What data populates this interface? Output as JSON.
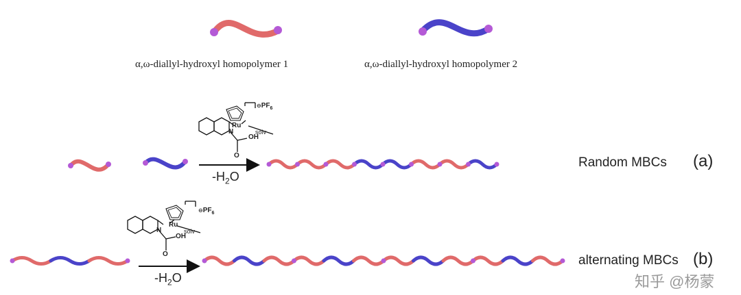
{
  "legend": {
    "homopolymer1": {
      "label": "α,ω-diallyl-hydroxyl homopolymer 1",
      "color": "#e06a6a"
    },
    "homopolymer2": {
      "label": "α,ω-diallyl-hydroxyl homopolymer 2",
      "color": "#4a43c9"
    },
    "end_group_color": "#b45ad6"
  },
  "catalyst": {
    "metal": "Ru",
    "counterion": "PF",
    "counterion_sub": "6",
    "n_atom": "N",
    "oh_upper": "OH",
    "oh_lower": "OH",
    "o_atom": "O",
    "solv": "solv"
  },
  "reaction": {
    "condition_prefix": "-H",
    "condition_sub": "2",
    "condition_suffix": "O"
  },
  "rows": [
    {
      "label": "Random MBCs",
      "tag": "(a)"
    },
    {
      "label": "alternating MBCs",
      "tag": "(b)"
    }
  ],
  "watermark": "知乎 @杨蒙"
}
